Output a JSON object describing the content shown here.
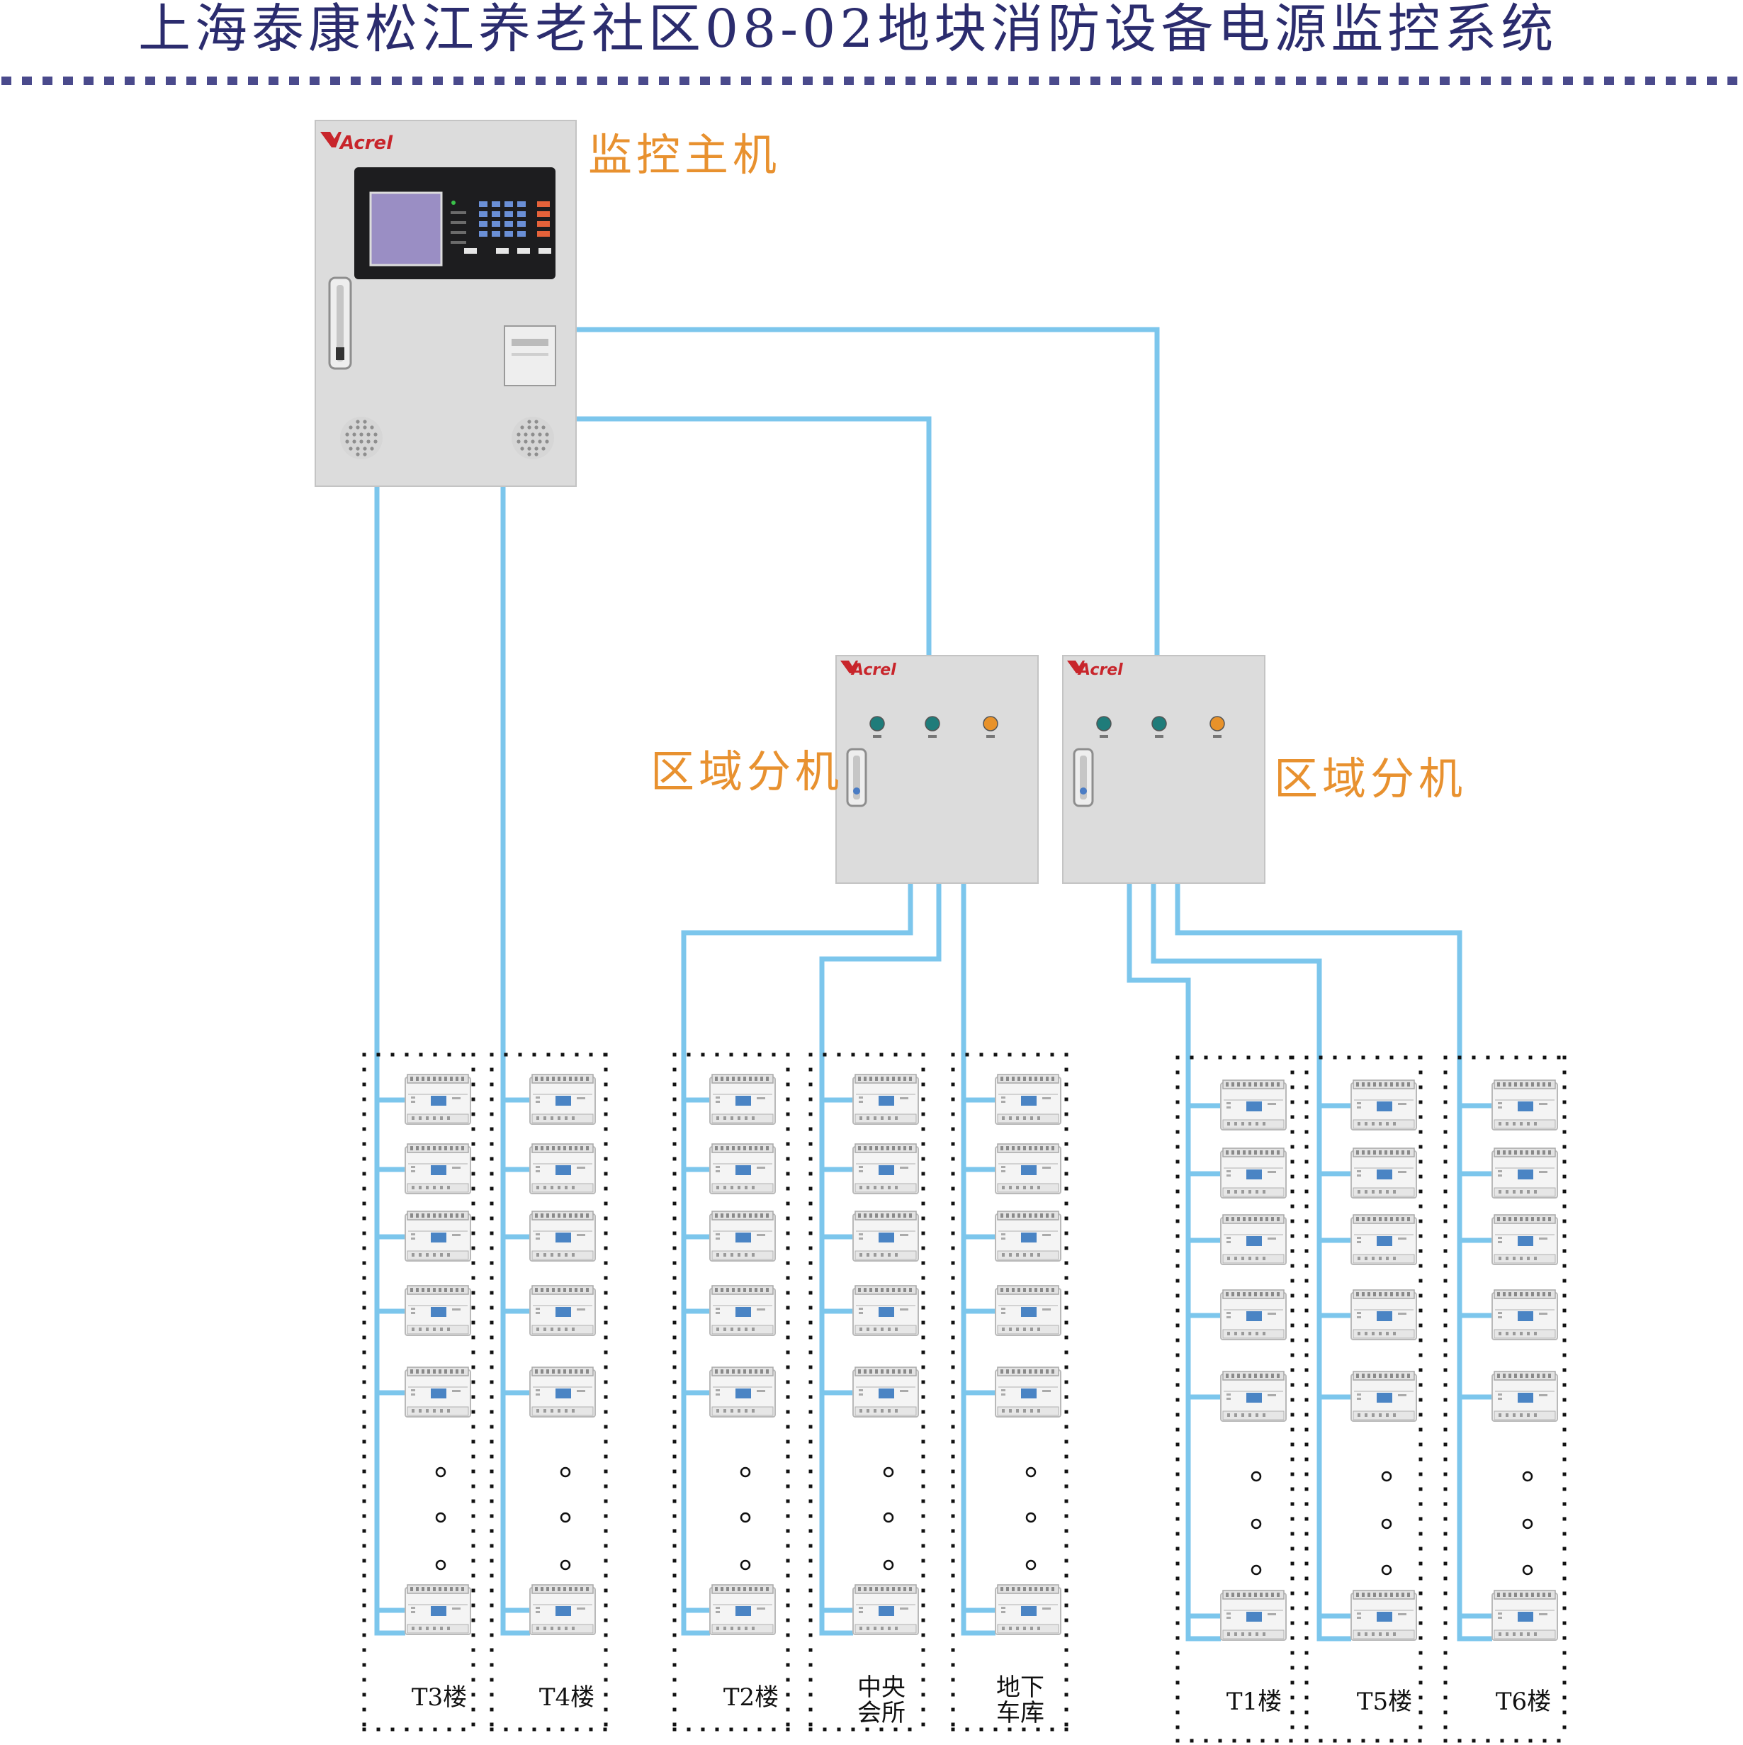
{
  "title": "上海泰康松江养老社区08-02地块消防设备电源监控系统",
  "colors": {
    "title": "#2b2c6e",
    "dash": "#4a4a8c",
    "bus": "#7cc6ec",
    "orange_label": "#e8912f",
    "cabinet": "#dcdcdc",
    "brand_red": "#c8252b"
  },
  "brand": "Acrel",
  "host": {
    "label": "监控主机"
  },
  "zone_units": [
    {
      "label": "区域分机"
    },
    {
      "label": "区域分机"
    }
  ],
  "buildings": [
    {
      "label": "T3楼"
    },
    {
      "label": "T4楼"
    },
    {
      "label": "T2楼"
    },
    {
      "label": "中央\n会所"
    },
    {
      "label": "地下\n车库"
    },
    {
      "label": "T1楼"
    },
    {
      "label": "T5楼"
    },
    {
      "label": "T6楼"
    }
  ],
  "icons": {
    "module": "power-monitor-module-icon",
    "ellipsis": "circle-ellipsis-icon",
    "speaker": "speaker-grille-icon",
    "printer": "printer-icon",
    "handle": "door-handle-icon",
    "indicator": "indicator-lamp-icon"
  }
}
